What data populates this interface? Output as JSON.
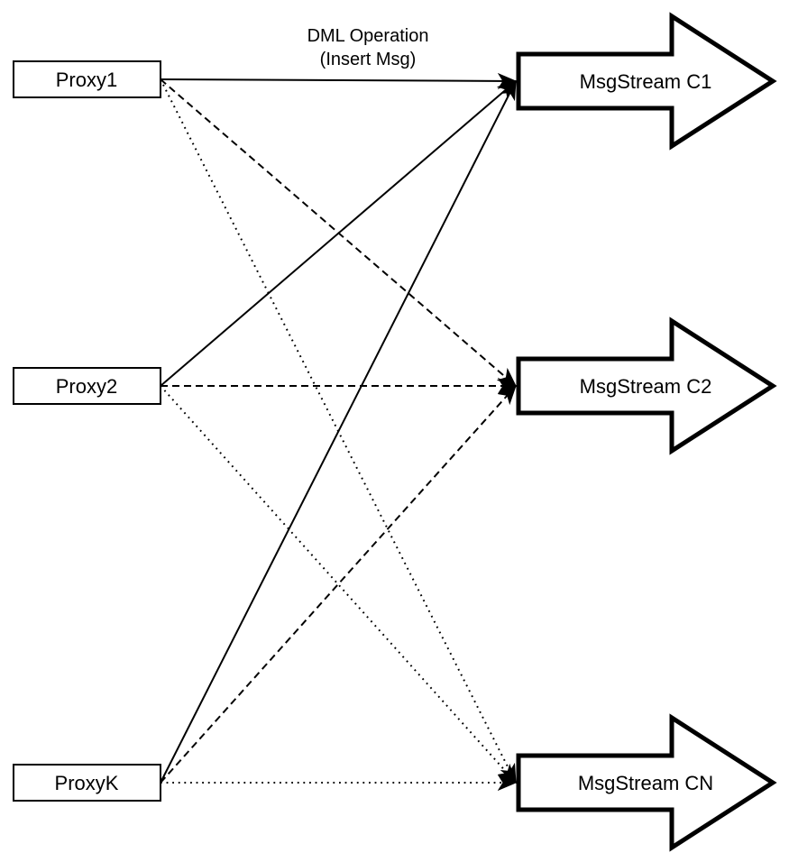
{
  "diagram": {
    "title": {
      "line1": "DML Operation",
      "line2": "(Insert Msg)"
    },
    "proxies": [
      {
        "id": "P1",
        "label": "Proxy1"
      },
      {
        "id": "P2",
        "label": "Proxy2"
      },
      {
        "id": "PK",
        "label": "ProxyK"
      }
    ],
    "streams": [
      {
        "id": "C1",
        "label": "MsgStream C1"
      },
      {
        "id": "C2",
        "label": "MsgStream C2"
      },
      {
        "id": "CN",
        "label": "MsgStream CN"
      }
    ],
    "edges": [
      {
        "from": "P1",
        "to": "C1",
        "style": "solid"
      },
      {
        "from": "P1",
        "to": "C2",
        "style": "dashed"
      },
      {
        "from": "P1",
        "to": "CN",
        "style": "dotted"
      },
      {
        "from": "P2",
        "to": "C1",
        "style": "solid"
      },
      {
        "from": "P2",
        "to": "C2",
        "style": "dashed"
      },
      {
        "from": "P2",
        "to": "CN",
        "style": "dotted"
      },
      {
        "from": "PK",
        "to": "C1",
        "style": "solid"
      },
      {
        "from": "PK",
        "to": "C2",
        "style": "dashed"
      },
      {
        "from": "PK",
        "to": "CN",
        "style": "dotted"
      }
    ],
    "colors": {
      "stroke": "#000000",
      "fill": "#ffffff",
      "background": "#ffffff"
    }
  }
}
